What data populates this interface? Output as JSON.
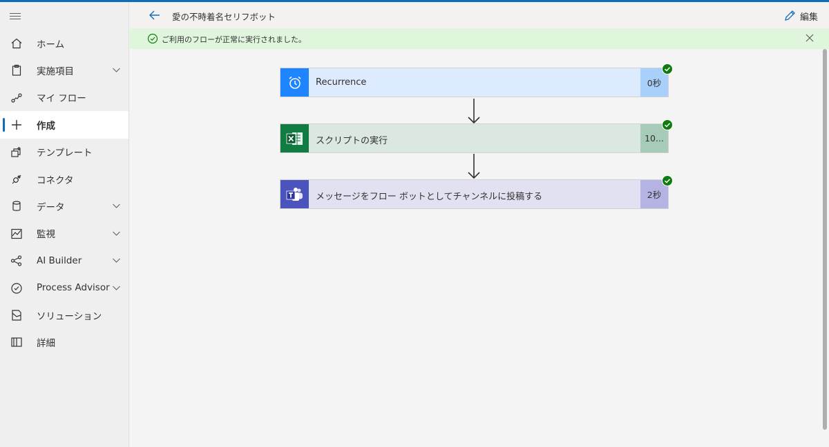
{
  "header": {
    "flow_title": "愛の不時着名セリフボット",
    "edit_label": "編集"
  },
  "banner": {
    "message": "ご利用のフローが正常に実行されました。"
  },
  "sidebar": {
    "items": [
      {
        "label": "ホーム",
        "icon": "home-icon"
      },
      {
        "label": "実施項目",
        "icon": "clipboard-icon",
        "expandable": true
      },
      {
        "label": "マイ フロー",
        "icon": "flow-icon"
      },
      {
        "label": "作成",
        "icon": "plus-icon",
        "active": true
      },
      {
        "label": "テンプレート",
        "icon": "template-icon"
      },
      {
        "label": "コネクタ",
        "icon": "connector-icon"
      },
      {
        "label": "データ",
        "icon": "database-icon",
        "expandable": true
      },
      {
        "label": "監視",
        "icon": "monitor-icon",
        "expandable": true
      },
      {
        "label": "AI Builder",
        "icon": "ai-builder-icon",
        "expandable": true
      },
      {
        "label": "Process Advisor",
        "icon": "process-advisor-icon",
        "expandable": true
      },
      {
        "label": "ソリューション",
        "icon": "solution-icon"
      },
      {
        "label": "詳細",
        "icon": "book-icon"
      }
    ]
  },
  "steps": [
    {
      "title": "Recurrence",
      "duration": "0秒",
      "icon": "alarm-clock-icon",
      "status": "succeeded",
      "bg": "#dcebfd",
      "icon_bg": "#1f85ff",
      "dur_bg": "#a9cffb"
    },
    {
      "title": "スクリプトの実行",
      "duration": "10...",
      "icon": "excel-icon",
      "status": "succeeded",
      "bg": "#dae8e1",
      "icon_bg": "#107c41",
      "dur_bg": "#a6cbb8"
    },
    {
      "title": "メッセージをフロー ボットとしてチャンネルに投稿する",
      "duration": "2秒",
      "icon": "teams-icon",
      "status": "succeeded",
      "bg": "#e2e1f2",
      "icon_bg": "#4b53bc",
      "dur_bg": "#b4b3e3"
    }
  ],
  "colors": {
    "accent": "#0f6cbd",
    "success": "#107c10"
  }
}
